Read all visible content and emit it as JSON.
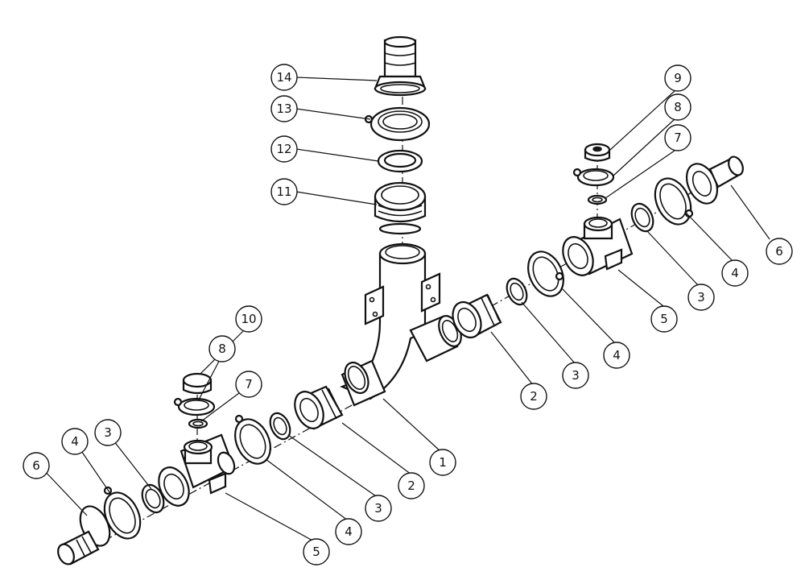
{
  "callouts": [
    {
      "id": "c14",
      "label": "14"
    },
    {
      "id": "c13",
      "label": "13"
    },
    {
      "id": "c12",
      "label": "12"
    },
    {
      "id": "c11",
      "label": "11"
    },
    {
      "id": "c10",
      "label": "10"
    },
    {
      "id": "c9",
      "label": "9"
    },
    {
      "id": "c8a",
      "label": "8"
    },
    {
      "id": "c8b",
      "label": "8"
    },
    {
      "id": "c7a",
      "label": "7"
    },
    {
      "id": "c7b",
      "label": "7"
    },
    {
      "id": "c6a",
      "label": "6"
    },
    {
      "id": "c6b",
      "label": "6"
    },
    {
      "id": "c5a",
      "label": "5"
    },
    {
      "id": "c5b",
      "label": "5"
    },
    {
      "id": "c4a",
      "label": "4"
    },
    {
      "id": "c4b",
      "label": "4"
    },
    {
      "id": "c4c",
      "label": "4"
    },
    {
      "id": "c4d",
      "label": "4"
    },
    {
      "id": "c3a",
      "label": "3"
    },
    {
      "id": "c3b",
      "label": "3"
    },
    {
      "id": "c3c",
      "label": "3"
    },
    {
      "id": "c3d",
      "label": "3"
    },
    {
      "id": "c2a",
      "label": "2"
    },
    {
      "id": "c2b",
      "label": "2"
    },
    {
      "id": "c1",
      "label": "1"
    }
  ]
}
